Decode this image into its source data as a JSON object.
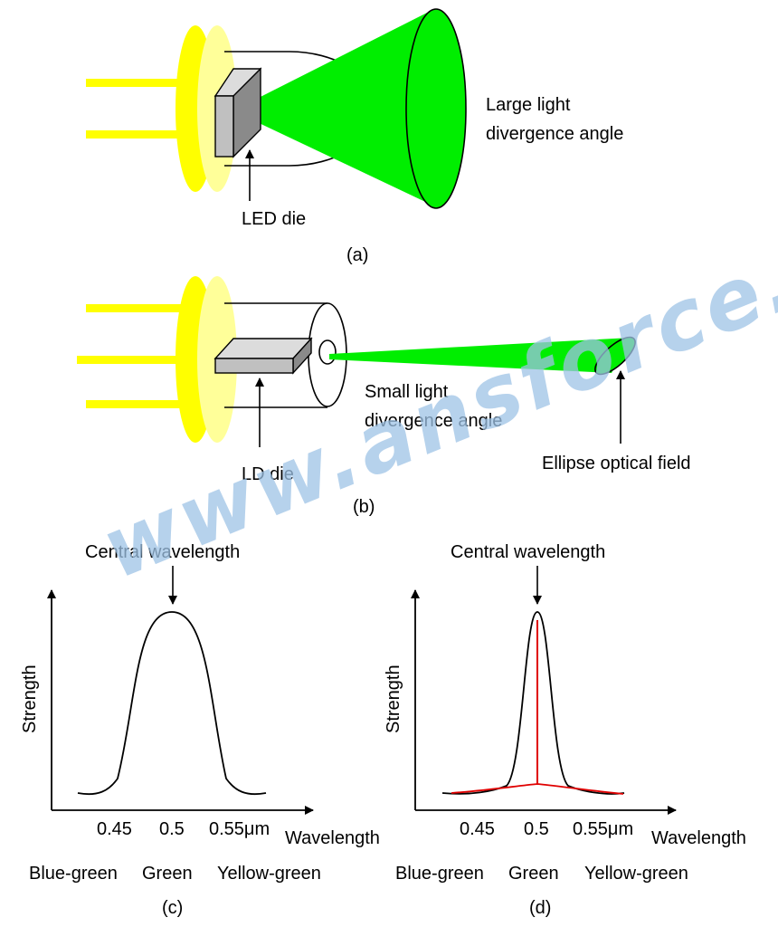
{
  "colors": {
    "pin_yellow": "#ffff00",
    "light_yellow": "#ffff99",
    "beam_green": "#00ee00",
    "die_gray": "#c0c0c0",
    "spectrum_red": "#e00000",
    "watermark_blue": "#9ec3e6"
  },
  "panel_a": {
    "die_label": "LED die",
    "beam_label_line1": "Large light",
    "beam_label_line2": "divergence angle",
    "caption": "(a)"
  },
  "panel_b": {
    "die_label": "LD die",
    "beam_label_line1": "Small light",
    "beam_label_line2": "divergence angle",
    "field_label": "Ellipse optical field",
    "caption": "(b)"
  },
  "panel_c": {
    "top_label": "Central wavelength",
    "y_axis": "Strength",
    "x_axis": "Wavelength",
    "ticks": [
      "0.45",
      "0.5",
      "0.55μm"
    ],
    "colors": [
      "Blue-green",
      "Green",
      "Yellow-green"
    ],
    "caption": "(c)"
  },
  "panel_d": {
    "top_label": "Central wavelength",
    "y_axis": "Strength",
    "x_axis": "Wavelength",
    "ticks": [
      "0.45",
      "0.5",
      "0.55μm"
    ],
    "colors": [
      "Blue-green",
      "Green",
      "Yellow-green"
    ],
    "caption": "(d)"
  },
  "watermark": "www.ansforce.com"
}
